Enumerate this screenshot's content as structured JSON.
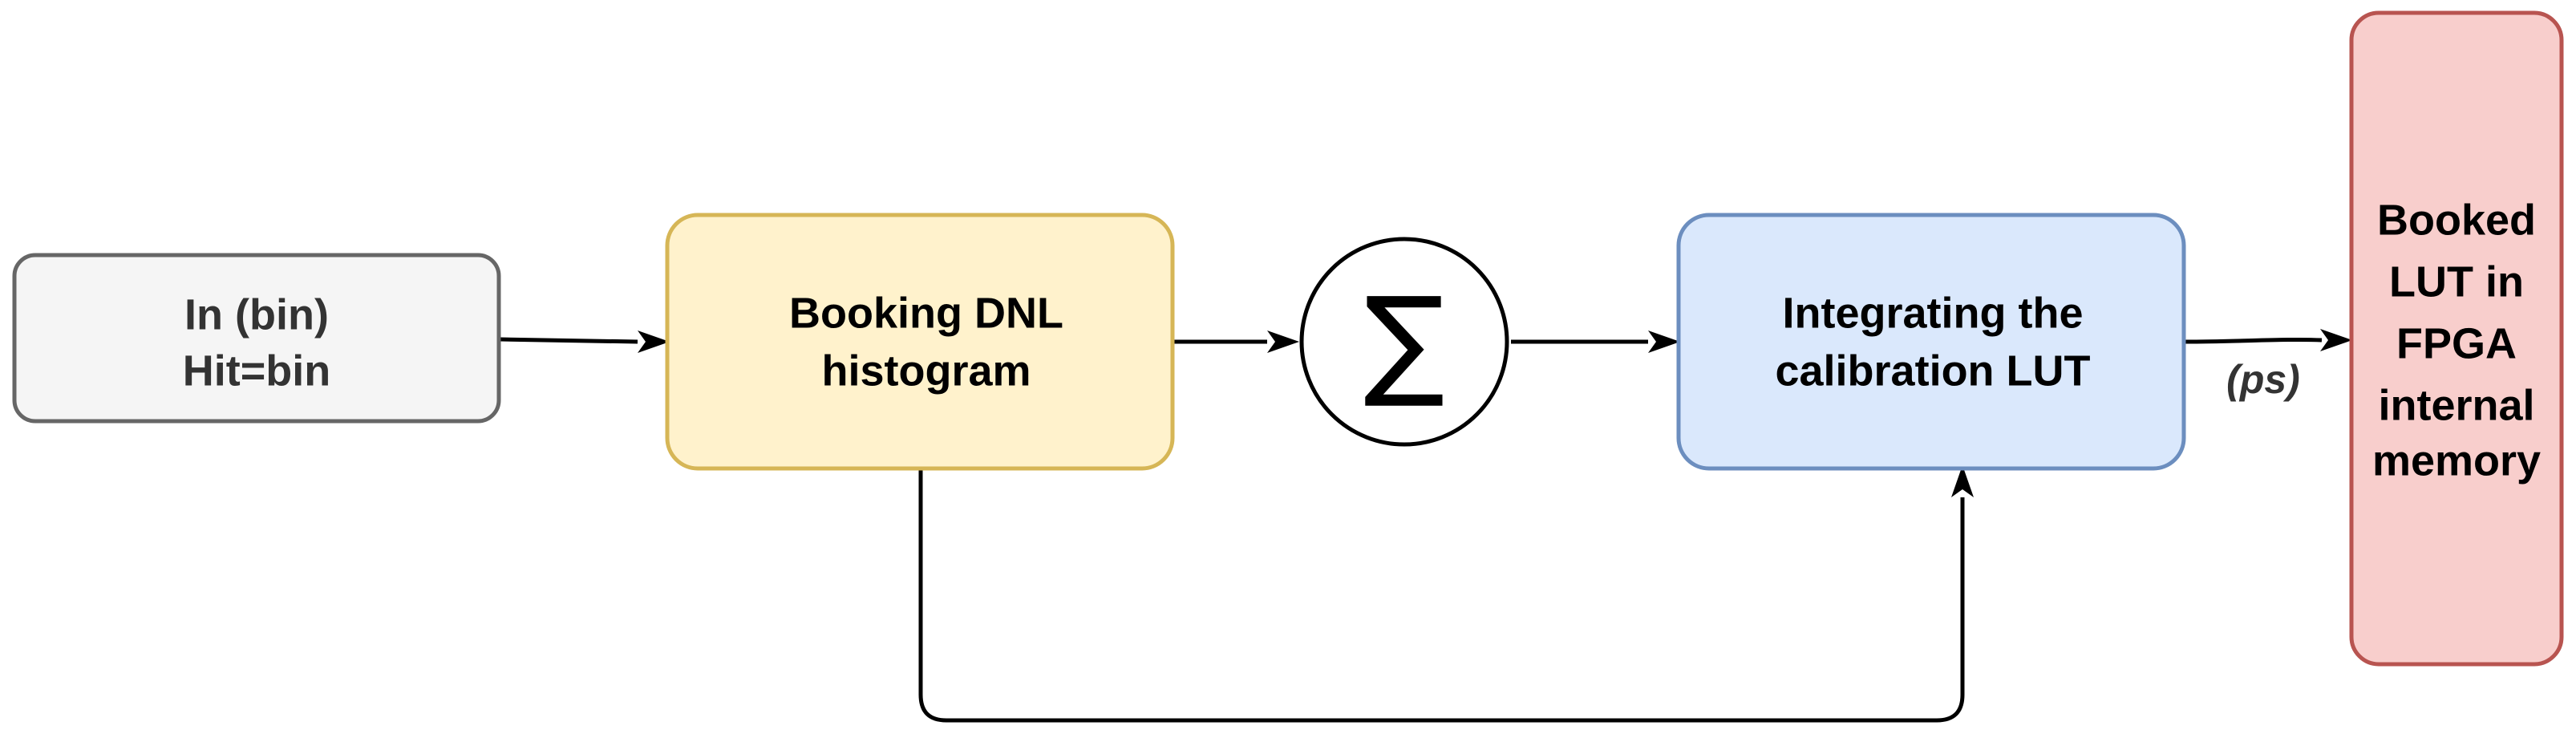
{
  "nodes": {
    "input": {
      "lines": [
        "In (bin)",
        "Hit=bin"
      ],
      "fill": "#f5f5f5",
      "stroke": "#666666",
      "text_color": "#333333"
    },
    "booking": {
      "lines": [
        "Booking DNL",
        "histogram"
      ],
      "fill": "#fff2cc",
      "stroke": "#d6b656",
      "text_color": "#000000"
    },
    "sum": {
      "symbol": "∑",
      "fill": "#ffffff",
      "stroke": "#000000"
    },
    "integrating": {
      "lines": [
        "Integrating the",
        "calibration LUT"
      ],
      "fill": "#dae8fc",
      "stroke": "#6c8ebf",
      "text_color": "#000000"
    },
    "memory": {
      "lines": [
        "Booked",
        "LUT in",
        "FPGA",
        "internal",
        "memory"
      ],
      "fill": "#f8cecc",
      "stroke": "#b85450",
      "text_color": "#000000"
    }
  },
  "edges": {
    "output_label": "(ps)",
    "output_label_color": "#333333"
  }
}
